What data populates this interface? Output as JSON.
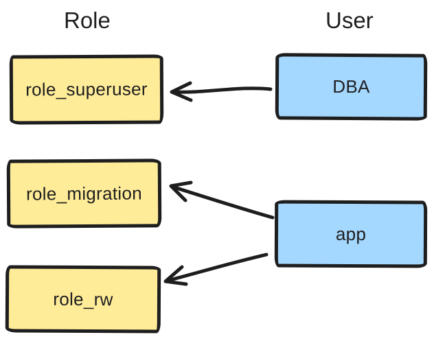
{
  "diagram": {
    "titles": {
      "role": "Role",
      "user": "User"
    },
    "nodes": {
      "role_superuser": {
        "label": "role_superuser",
        "type": "role"
      },
      "role_migration": {
        "label": "role_migration",
        "type": "role"
      },
      "role_rw": {
        "label": "role_rw",
        "type": "role"
      },
      "dba": {
        "label": "DBA",
        "type": "user"
      },
      "app": {
        "label": "app",
        "type": "user"
      }
    },
    "edges": [
      {
        "from": "DBA",
        "to": "role_superuser"
      },
      {
        "from": "app",
        "to": "role_migration"
      },
      {
        "from": "app",
        "to": "role_rw"
      }
    ],
    "colors": {
      "role_fill": "#ffec99",
      "user_fill": "#a5d8ff",
      "stroke": "#1e1e1e",
      "background": "#ffffff"
    }
  }
}
